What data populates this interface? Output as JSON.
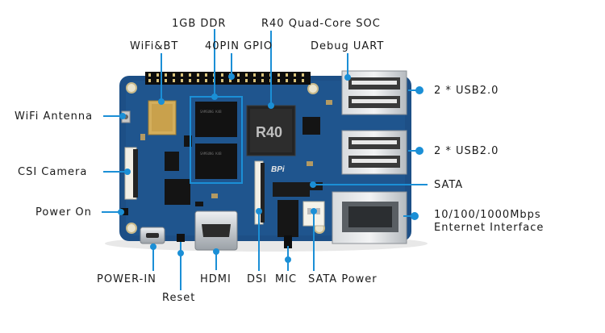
{
  "labels": {
    "ddr": "1GB DDR",
    "soc": "R40 Quad-Core SOC",
    "wifibt": "WiFi&BT",
    "gpio": "40PIN GPIO",
    "uart": "Debug UART",
    "usb_top": "2 * USB2.0",
    "usb_bottom": "2 * USB2.0",
    "wifi_antenna": "WiFi Antenna",
    "csi": "CSI Camera",
    "sata": "SATA",
    "ethernet_line1": "10/100/1000Mbps",
    "ethernet_line2": "Enternet Interface",
    "power_on": "Power On",
    "power_in": "POWER-IN",
    "hdmi": "HDMI",
    "dsi": "DSI",
    "mic": "MIC",
    "sata_power": "SATA Power",
    "reset": "Reset"
  },
  "board_markings": {
    "soc_chip": "R40",
    "bpi_logo": "BPi"
  },
  "colors": {
    "board": "#1d4f86",
    "leader_line": "#1b8fd6",
    "text": "#1a1a1a"
  }
}
